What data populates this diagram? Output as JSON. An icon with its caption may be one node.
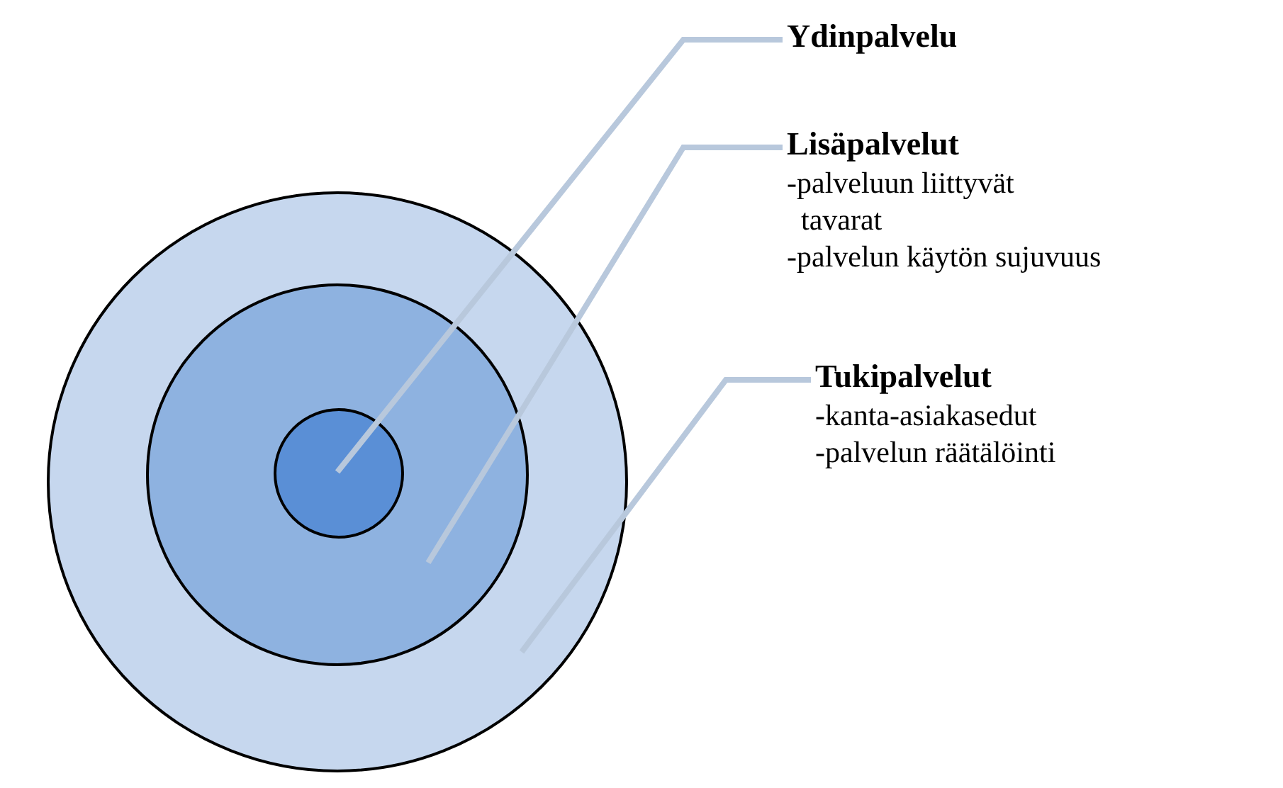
{
  "diagram": {
    "nodes": [
      {
        "text": [],
        "shape": "circle"
      },
      {
        "text": [],
        "shape": "circle",
        "in": 0
      },
      {
        "text": [],
        "shape": "circle",
        "in": 1
      },
      {
        "text": [
          "Ydinpalvelu"
        ]
      },
      {
        "text": [
          "Lisäpalvelut",
          "-palveluun liittyvät tavarat",
          "-palvelun käytön sujuvuus"
        ]
      },
      {
        "text": [
          "Tukipalvelut",
          "-kanta-asiakasedut",
          "-palvelun räätälöinti"
        ]
      }
    ],
    "edges": [
      {
        "from": 3,
        "to": 2,
        "arrow": "none"
      },
      {
        "from": 4,
        "to": 1,
        "arrow": "none"
      },
      {
        "from": 5,
        "to": 0,
        "arrow": "none"
      }
    ]
  }
}
